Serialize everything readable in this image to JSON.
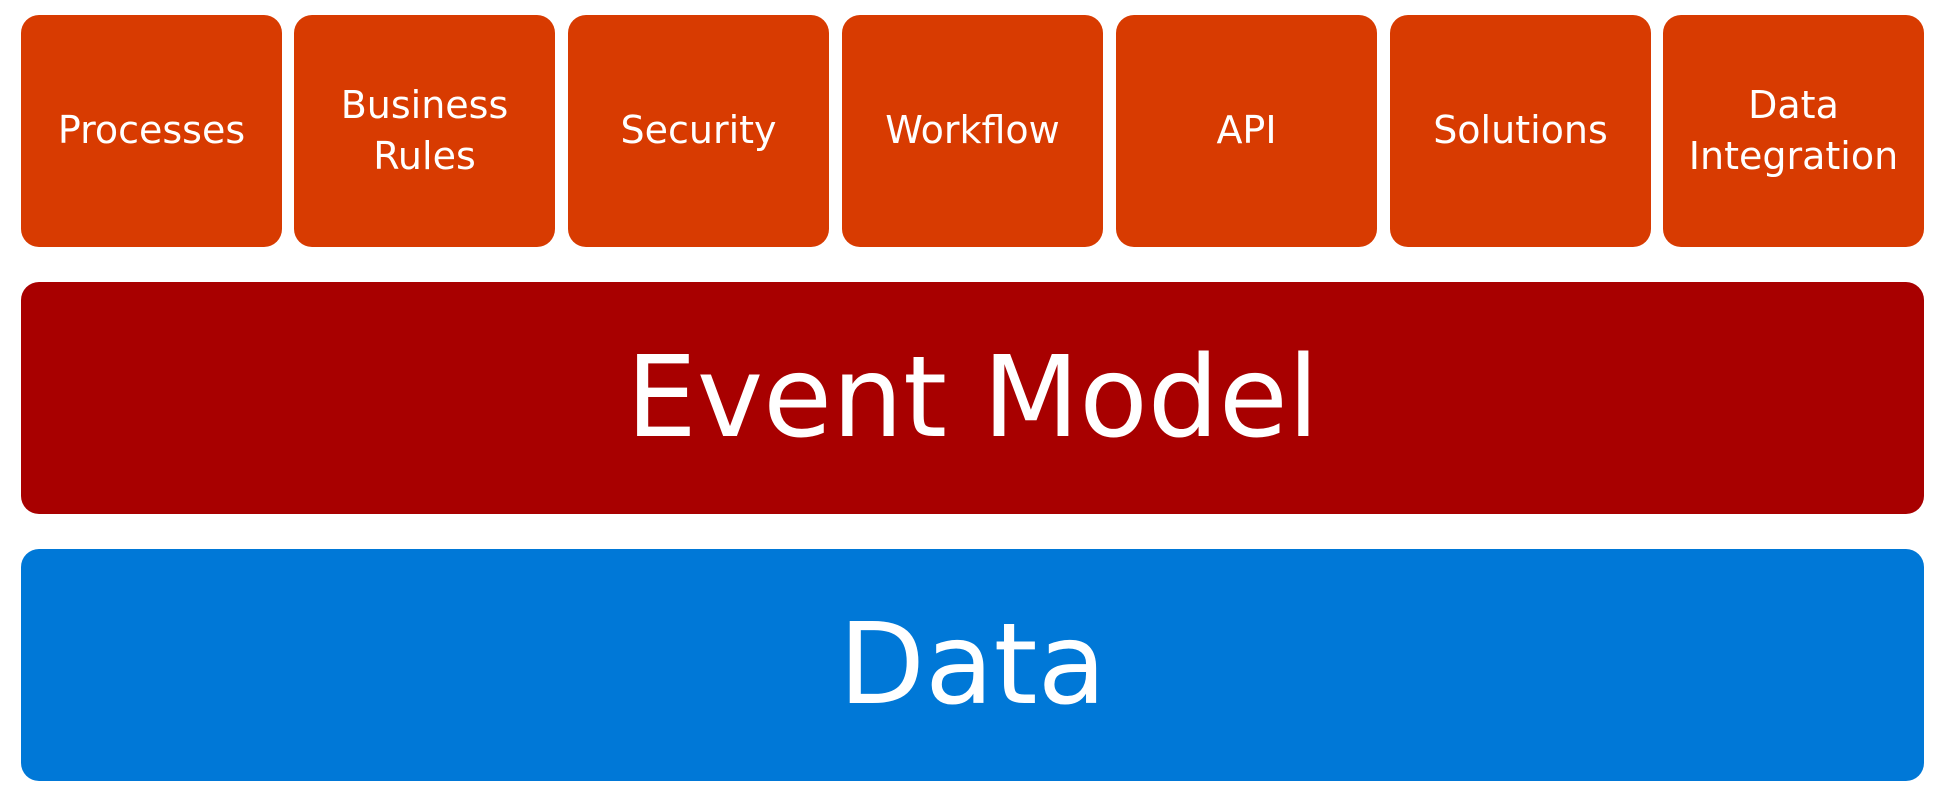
{
  "tiles": [
    {
      "label": "Processes"
    },
    {
      "label": "Business\nRules"
    },
    {
      "label": "Security"
    },
    {
      "label": "Workflow"
    },
    {
      "label": "API"
    },
    {
      "label": "Solutions"
    },
    {
      "label": "Data\nIntegration"
    }
  ],
  "layers": {
    "event_model": "Event Model",
    "data": "Data"
  },
  "colors": {
    "tile": "#d83b01",
    "event_model": "#a80000",
    "data": "#0078d7",
    "text": "#ffffff"
  }
}
